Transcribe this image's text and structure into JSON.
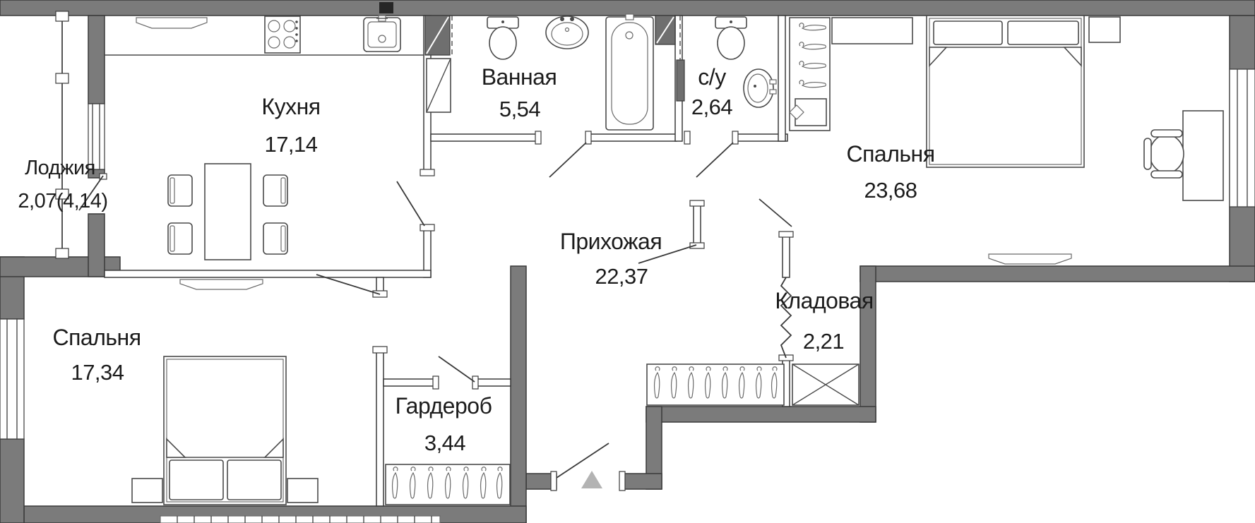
{
  "plan": {
    "rooms": [
      {
        "id": "loggia",
        "name": "Лоджия",
        "area": "2,07(4,14)"
      },
      {
        "id": "kitchen",
        "name": "Кухня",
        "area": "17,14"
      },
      {
        "id": "bathroom",
        "name": "Ванная",
        "area": "5,54"
      },
      {
        "id": "wc",
        "name": "с/у",
        "area": "2,64"
      },
      {
        "id": "bedroom-right",
        "name": "Спальня",
        "area": "23,68"
      },
      {
        "id": "hallway",
        "name": "Прихожая",
        "area": "22,37"
      },
      {
        "id": "storage",
        "name": "Кладовая",
        "area": "2,21"
      },
      {
        "id": "bedroom-left",
        "name": "Спальня",
        "area": "17,34"
      },
      {
        "id": "wardrobe",
        "name": "Гардероб",
        "area": "3,44"
      }
    ],
    "colors": {
      "wall": "#7b7b7b",
      "outline": "#3a3a3a",
      "entrance_marker": "#b3b3b3",
      "text": "#1c1c1c",
      "background": "#ffffff"
    }
  }
}
